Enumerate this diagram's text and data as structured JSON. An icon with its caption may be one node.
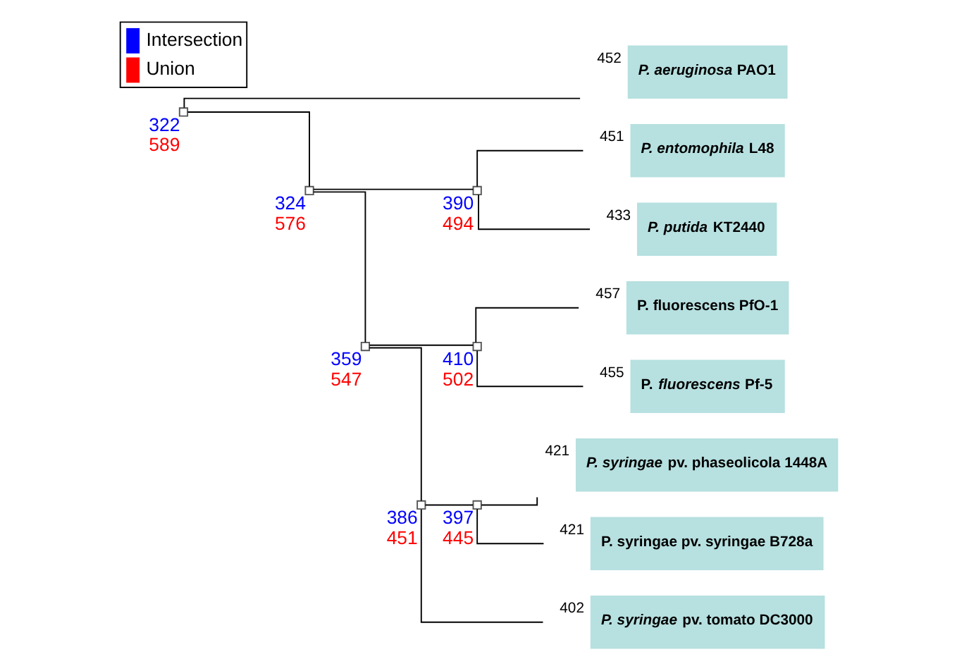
{
  "diagram": {
    "nodes": [
      {
        "text": [],
        "shape": "box",
        "beside": [
          "322",
          "589"
        ]
      },
      {
        "text": [
          "*P. aeruginosa* PAO1"
        ],
        "beside": [
          "452"
        ]
      },
      {
        "text": [],
        "shape": "box",
        "beside": [
          "324",
          "576"
        ]
      },
      {
        "text": [],
        "shape": "box",
        "beside": [
          "390",
          "494"
        ]
      },
      {
        "text": [
          "*P. entomophila* L48"
        ],
        "beside": [
          "451"
        ]
      },
      {
        "text": [
          "*P. putida* KT2440"
        ],
        "beside": [
          "433"
        ]
      },
      {
        "text": [],
        "shape": "box",
        "beside": [
          "359",
          "547"
        ]
      },
      {
        "text": [],
        "shape": "box",
        "beside": [
          "410",
          "502"
        ]
      },
      {
        "text": [
          "P. fluorescens PfO-1"
        ],
        "beside": [
          "457"
        ]
      },
      {
        "text": [
          "P. *fluorescens* Pf-5"
        ],
        "beside": [
          "455"
        ]
      },
      {
        "text": [],
        "shape": "box",
        "beside": [
          "386",
          "451"
        ]
      },
      {
        "text": [],
        "shape": "box",
        "beside": [
          "397",
          "445"
        ]
      },
      {
        "text": [
          "*P. syringae* pv. phaseolicola 1448A"
        ],
        "beside": [
          "421"
        ]
      },
      {
        "text": [
          "P. syringae pv. syringae B728a"
        ],
        "beside": [
          "421"
        ]
      },
      {
        "text": [
          "*P. syringae* pv. tomato DC3000"
        ],
        "beside": [
          "402"
        ]
      }
    ],
    "edges": [
      {
        "from": 0,
        "to": 1,
        "arrow": "none"
      },
      {
        "from": 0,
        "to": 2,
        "arrow": "none"
      },
      {
        "from": 2,
        "to": 3,
        "arrow": "none"
      },
      {
        "from": 3,
        "to": 4,
        "arrow": "none"
      },
      {
        "from": 3,
        "to": 5,
        "arrow": "none"
      },
      {
        "from": 2,
        "to": 6,
        "arrow": "none"
      },
      {
        "from": 6,
        "to": 7,
        "arrow": "none"
      },
      {
        "from": 7,
        "to": 8,
        "arrow": "none"
      },
      {
        "from": 7,
        "to": 9,
        "arrow": "none"
      },
      {
        "from": 6,
        "to": 10,
        "arrow": "none"
      },
      {
        "from": 10,
        "to": 11,
        "arrow": "none"
      },
      {
        "from": 11,
        "to": 12,
        "arrow": "none"
      },
      {
        "from": 11,
        "to": 13,
        "arrow": "none"
      },
      {
        "from": 10,
        "to": 14,
        "arrow": "none"
      }
    ],
    "legend": [
      {
        "text": "Intersection",
        "color": "#0000ff"
      },
      {
        "text": "Union",
        "color": "#ff0000"
      }
    ]
  }
}
